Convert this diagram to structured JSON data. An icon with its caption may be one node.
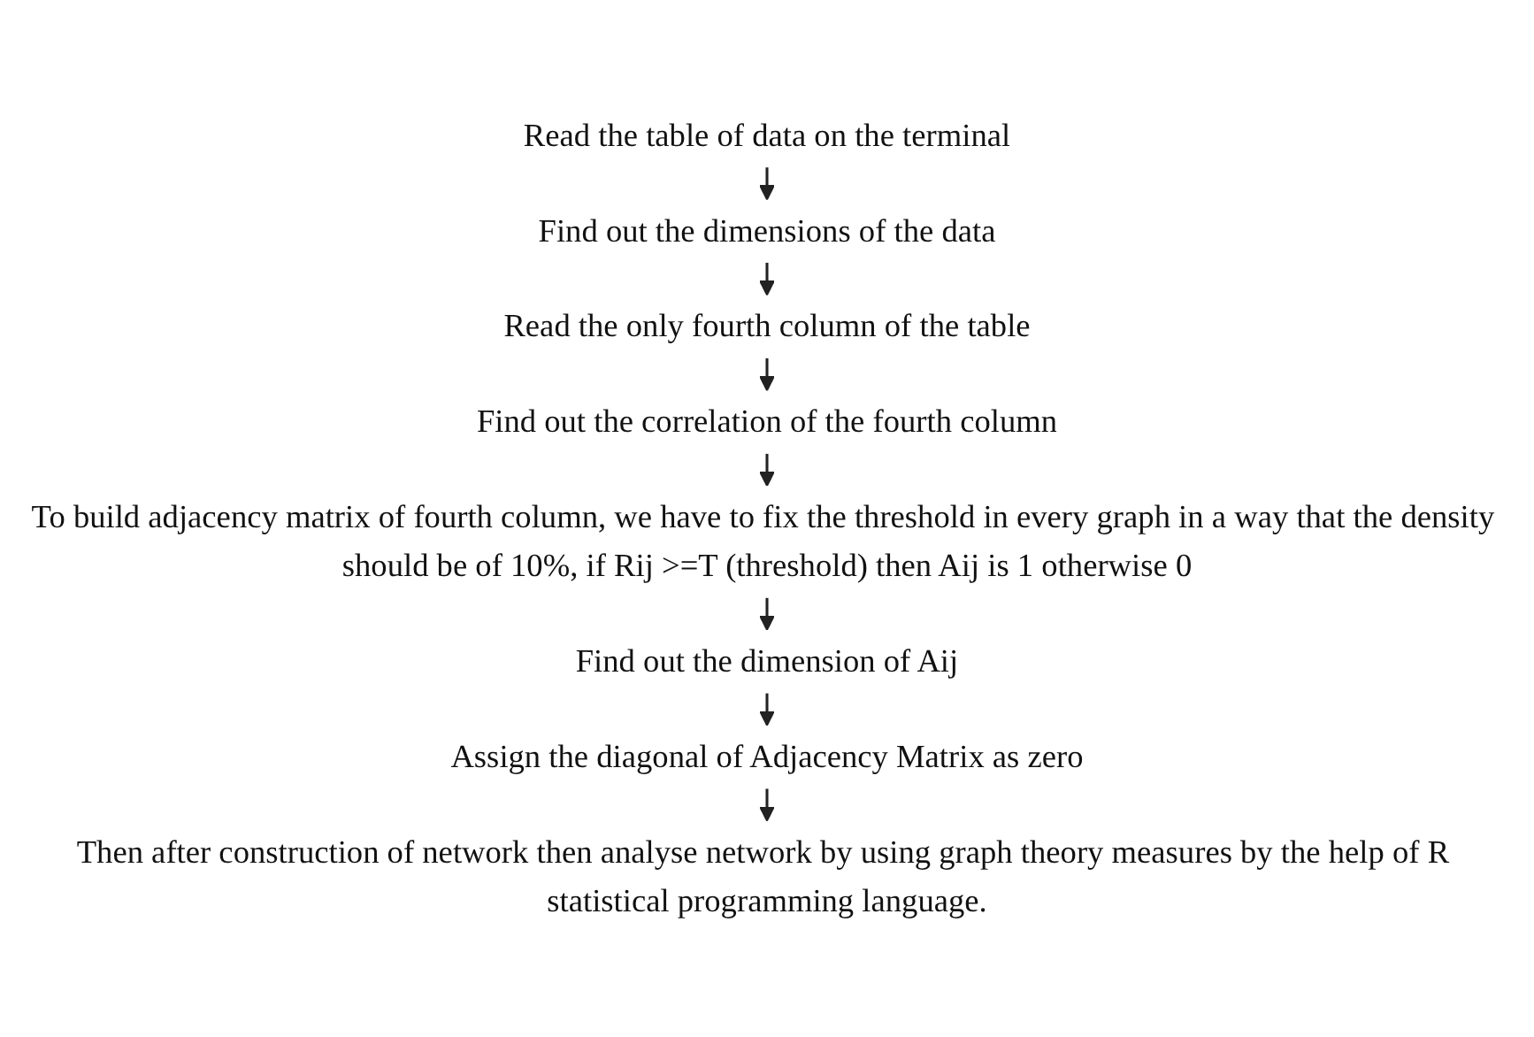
{
  "diagram": {
    "nodes": [
      {
        "text": [
          "Read the table of data on the terminal"
        ]
      },
      {
        "text": [
          "Find out the dimensions of the data"
        ]
      },
      {
        "text": [
          "Read the only fourth column of the table"
        ]
      },
      {
        "text": [
          "Find out the correlation of the fourth column"
        ]
      },
      {
        "text": [
          "To build adjacency matrix of fourth column, we have to fix the threshold in every graph in a way that the density should be of 10%, if Rij >=T (threshold) then Aij is 1 otherwise 0"
        ]
      },
      {
        "text": [
          "Find out the dimension of Aij"
        ]
      },
      {
        "text": [
          "Assign the diagonal of Adjacency Matrix as zero"
        ]
      },
      {
        "text": [
          "Then after construction of network then analyse network by using graph theory measures by the help of R statistical programming language."
        ]
      }
    ],
    "edges": [
      {
        "from": 0,
        "to": 1,
        "arrow": "to"
      },
      {
        "from": 1,
        "to": 2,
        "arrow": "to"
      },
      {
        "from": 2,
        "to": 3,
        "arrow": "to"
      },
      {
        "from": 3,
        "to": 4,
        "arrow": "to"
      },
      {
        "from": 4,
        "to": 5,
        "arrow": "to"
      },
      {
        "from": 5,
        "to": 6,
        "arrow": "to"
      },
      {
        "from": 6,
        "to": 7,
        "arrow": "to"
      }
    ]
  }
}
